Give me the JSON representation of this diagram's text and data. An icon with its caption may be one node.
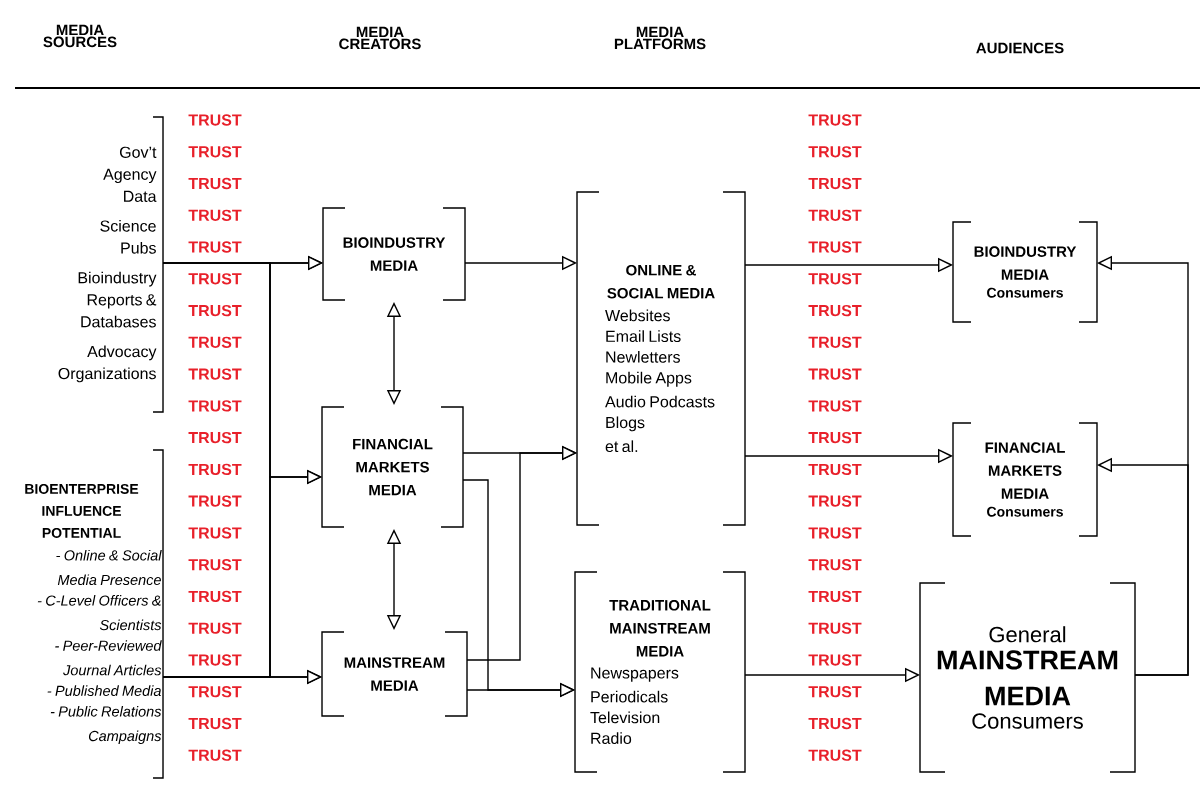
{
  "diagram": {
    "nodes": [
      {
        "text": [
          "Gov’t Agency Data",
          "Science Pubs",
          "Bioindustry Reports & Databases",
          "Advocacy Organizations"
        ]
      },
      {
        "text": [
          "BIOENTERPRISE INFLUENCE POTENTIAL",
          "- Online & Social Media Presence",
          "- C-Level Officers & Scientists",
          "- Peer-Reviewed Journal Articles",
          "- Published Media",
          "- Public Relations Campaigns"
        ]
      },
      {
        "text": [
          "BIOINDUSTRY MEDIA"
        ]
      },
      {
        "text": [
          "FINANCIAL MARKETS MEDIA"
        ]
      },
      {
        "text": [
          "MAINSTREAM MEDIA"
        ]
      },
      {
        "text": [
          "ONLINE & SOCIAL MEDIA",
          "Websites",
          "Email Lists",
          "Newletters",
          "Mobile Apps",
          "Audio Podcasts",
          "Blogs",
          "et al."
        ]
      },
      {
        "text": [
          "TRADITIONAL MAINSTREAM MEDIA",
          "Newspapers",
          "Periodicals",
          "Television",
          "Radio"
        ]
      },
      {
        "text": [
          "BIOINDUSTRY MEDIA",
          "Consumers"
        ]
      },
      {
        "text": [
          "FINANCIAL MARKETS MEDIA",
          "Consumers"
        ]
      },
      {
        "text": [
          "General",
          "MAINSTREAM MEDIA",
          "Consumers"
        ]
      }
    ],
    "edges": [
      {
        "from": 0,
        "to": 2,
        "arrow": "to"
      },
      {
        "from": 0,
        "to": 3,
        "arrow": "to"
      },
      {
        "from": 0,
        "to": 4,
        "arrow": "to"
      },
      {
        "from": 1,
        "to": 2,
        "arrow": "to"
      },
      {
        "from": 1,
        "to": 3,
        "arrow": "to"
      },
      {
        "from": 1,
        "to": 4,
        "arrow": "to"
      },
      {
        "from": 2,
        "to": 3,
        "arrow": "both"
      },
      {
        "from": 3,
        "to": 4,
        "arrow": "both"
      },
      {
        "from": 2,
        "to": 5,
        "arrow": "to"
      },
      {
        "from": 3,
        "to": 5,
        "arrow": "to"
      },
      {
        "from": 4,
        "to": 5,
        "arrow": "to"
      },
      {
        "from": 3,
        "to": 6,
        "arrow": "to"
      },
      {
        "from": 4,
        "to": 6,
        "arrow": "to"
      },
      {
        "from": 5,
        "to": 7,
        "arrow": "to"
      },
      {
        "from": 5,
        "to": 8,
        "arrow": "to"
      },
      {
        "from": 6,
        "to": 9,
        "arrow": "to"
      },
      {
        "from": 9,
        "to": 7,
        "arrow": "to"
      },
      {
        "from": 9,
        "to": 8,
        "arrow": "to"
      }
    ],
    "labels": [
      "MEDIA SOURCES",
      "MEDIA CREATORS",
      "MEDIA PLATFORMS",
      "AUDIENCES",
      "TRUST",
      "TRUST",
      "TRUST",
      "TRUST",
      "TRUST",
      "TRUST",
      "TRUST",
      "TRUST",
      "TRUST",
      "TRUST",
      "TRUST",
      "TRUST",
      "TRUST",
      "TRUST",
      "TRUST",
      "TRUST",
      "TRUST",
      "TRUST",
      "TRUST",
      "TRUST",
      "TRUST",
      "TRUST",
      "TRUST",
      "TRUST",
      "TRUST",
      "TRUST",
      "TRUST",
      "TRUST",
      "TRUST",
      "TRUST",
      "TRUST",
      "TRUST",
      "TRUST",
      "TRUST",
      "TRUST",
      "TRUST",
      "TRUST",
      "TRUST",
      "TRUST",
      "TRUST",
      "TRUST",
      "TRUST"
    ]
  }
}
